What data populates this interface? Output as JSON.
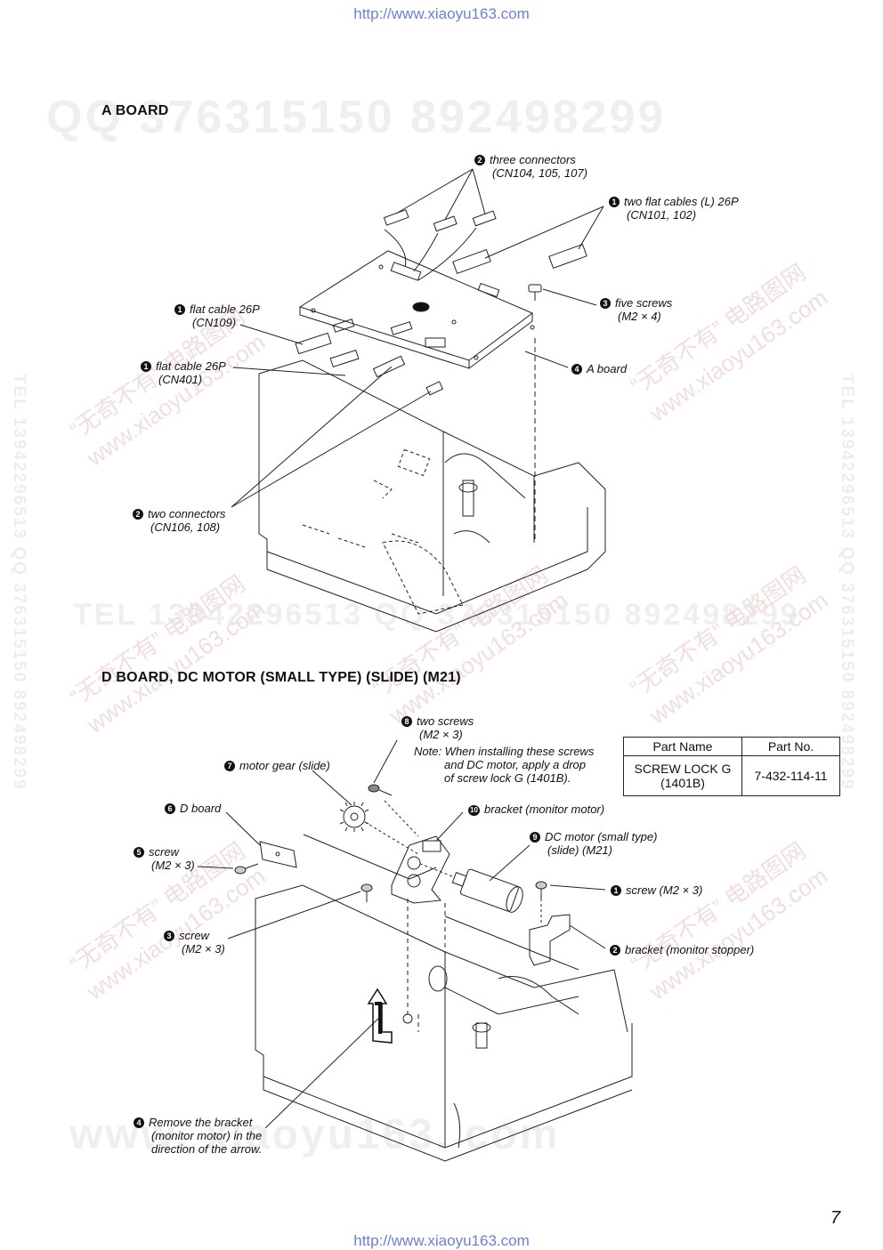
{
  "header_url": "http://www.xiaoyu163.com",
  "footer_url": "http://www.xiaoyu163.com",
  "page_number": "7",
  "watermarks": {
    "qq_line": "QQ 376315150   892498299",
    "tel_line": "TEL 13942296513   QQ 376315150   892498299",
    "site_line": "www. xiaoyu163. com",
    "side_right": "TEL 13942296513 QQ 376315150 892498299",
    "side_left": "TEL 13942296513 QQ 376315150 892498299",
    "diag_cn": "“无奇不有” 电路图网",
    "diag_site": "www.xiaoyu163.com"
  },
  "section_a": {
    "title": "A  BOARD",
    "labels": {
      "three_connectors": {
        "num": "2",
        "line1": "three connectors",
        "line2": "(CN104, 105, 107)"
      },
      "two_flat_cables": {
        "num": "1",
        "line1": "two flat cables (L) 26P",
        "line2": "(CN101, 102)"
      },
      "five_screws": {
        "num": "3",
        "line1": "five screws",
        "line2": "(M2 × 4)"
      },
      "a_board": {
        "num": "4",
        "line1": "A board"
      },
      "flat_cable_cn109": {
        "num": "1",
        "line1": "flat cable 26P",
        "line2": "(CN109)"
      },
      "flat_cable_cn401": {
        "num": "1",
        "line1": "flat cable 26P",
        "line2": "(CN401)"
      },
      "two_connectors": {
        "num": "2",
        "line1": "two connectors",
        "line2": "(CN106, 108)"
      }
    }
  },
  "section_d": {
    "title": "D  BOARD,  DC  MOTOR (SMALL  TYPE) (SLIDE) (M21)",
    "labels": {
      "two_screws": {
        "num": "8",
        "line1": "two screws",
        "line2": "(M2 × 3)"
      },
      "note": {
        "line1": "Note: When installing these screws",
        "line2": "and DC motor, apply a drop",
        "line3": "of screw lock G (1401B)."
      },
      "motor_gear": {
        "num": "7",
        "line1": "motor gear (slide)"
      },
      "d_board": {
        "num": "6",
        "line1": "D board"
      },
      "bracket_monitor_motor": {
        "num": "10",
        "line1": "bracket (monitor motor)"
      },
      "dc_motor": {
        "num": "9",
        "line1": "DC motor (small type)",
        "line2": "(slide) (M21)"
      },
      "screw_5": {
        "num": "5",
        "line1": "screw",
        "line2": "(M2 × 3)"
      },
      "screw_1": {
        "num": "1",
        "line1": "screw (M2 × 3)"
      },
      "screw_3": {
        "num": "3",
        "line1": "screw",
        "line2": "(M2 × 3)"
      },
      "bracket_monitor_stopper": {
        "num": "2",
        "line1": "bracket (monitor stopper)"
      },
      "remove_bracket": {
        "num": "4",
        "line1": "Remove the bracket",
        "line2": "(monitor motor) in the",
        "line3": "direction of the arrow."
      }
    },
    "parts_table": {
      "headers": [
        "Part Name",
        "Part No."
      ],
      "rows": [
        [
          "SCREW LOCK G (1401B)",
          "7-432-114-11"
        ]
      ]
    }
  }
}
